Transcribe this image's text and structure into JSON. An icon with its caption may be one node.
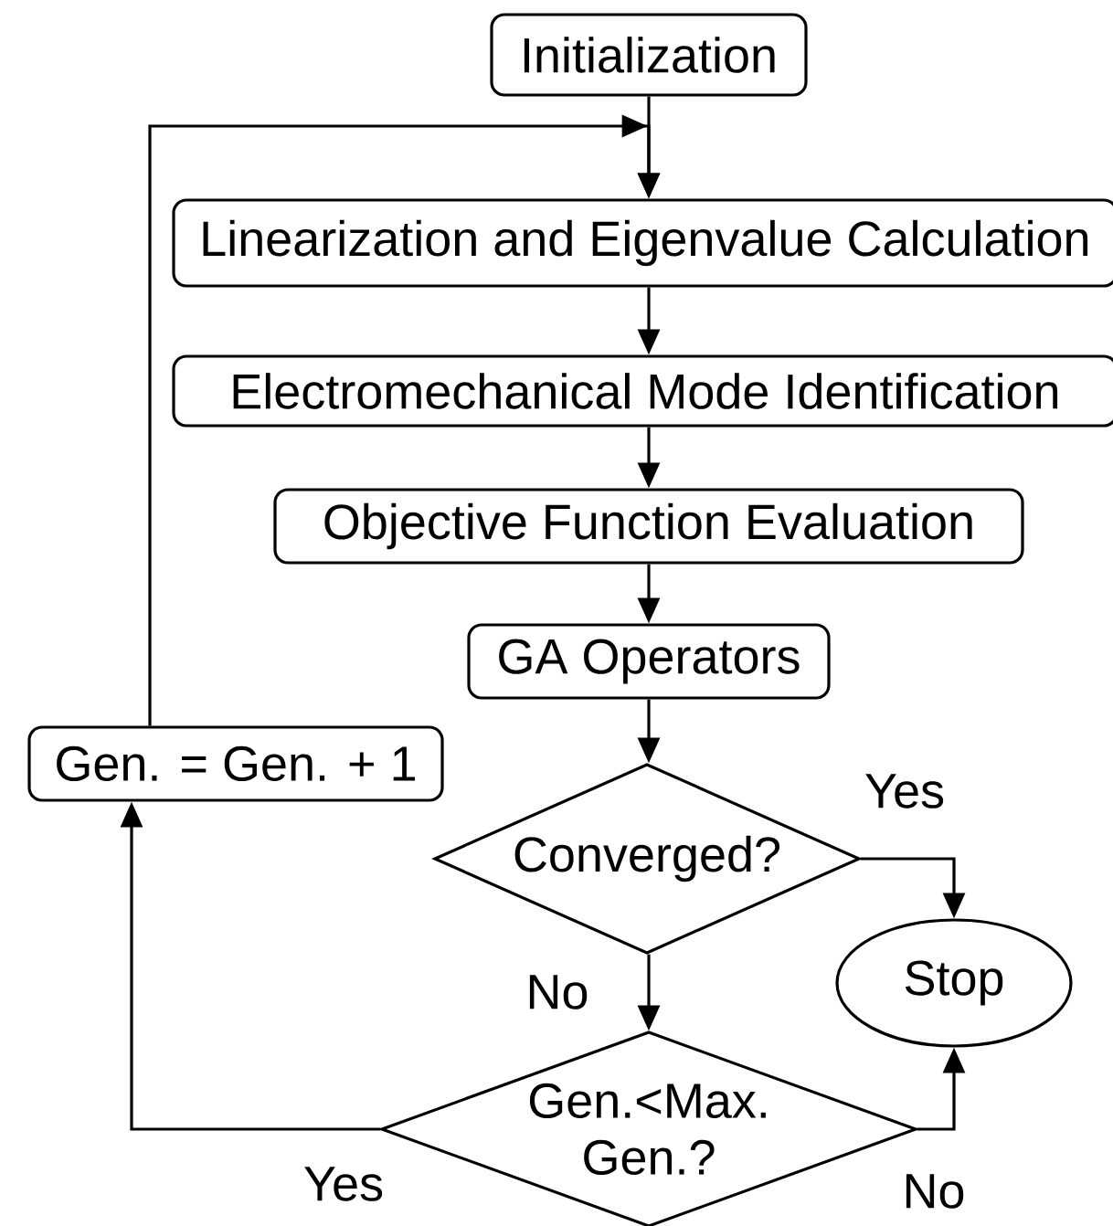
{
  "diagram": {
    "nodes": [
      {
        "text": [
          "Initialization"
        ]
      },
      {
        "text": [
          "Linearization and Eigenvalue Calculation"
        ]
      },
      {
        "text": [
          "Electromechanical Mode Identification"
        ]
      },
      {
        "text": [
          "Objective Function Evaluation"
        ]
      },
      {
        "text": [
          "GA Operators"
        ]
      },
      {
        "text": [
          "Gen. = Gen. + 1"
        ]
      },
      {
        "text": [
          "Converged?"
        ]
      },
      {
        "text": [
          "Stop"
        ]
      },
      {
        "text": [
          "Gen.<Max. Gen.?"
        ]
      }
    ],
    "edges": [
      {
        "from": 0,
        "to": 1,
        "arrow": "to"
      },
      {
        "from": 1,
        "to": 2,
        "arrow": "to"
      },
      {
        "from": 2,
        "to": 3,
        "arrow": "to"
      },
      {
        "from": 3,
        "to": 4,
        "arrow": "to"
      },
      {
        "from": 4,
        "to": 6,
        "arrow": "to"
      },
      {
        "from": 6,
        "to": 7,
        "arrow": "to",
        "label": "Yes"
      },
      {
        "from": 6,
        "to": 8,
        "arrow": "to",
        "label": "No"
      },
      {
        "from": 8,
        "to": 7,
        "arrow": "to",
        "label": "No"
      },
      {
        "from": 8,
        "to": 5,
        "arrow": "to",
        "label": "Yes"
      },
      {
        "from": 5,
        "to": 1,
        "arrow": "to"
      }
    ]
  }
}
